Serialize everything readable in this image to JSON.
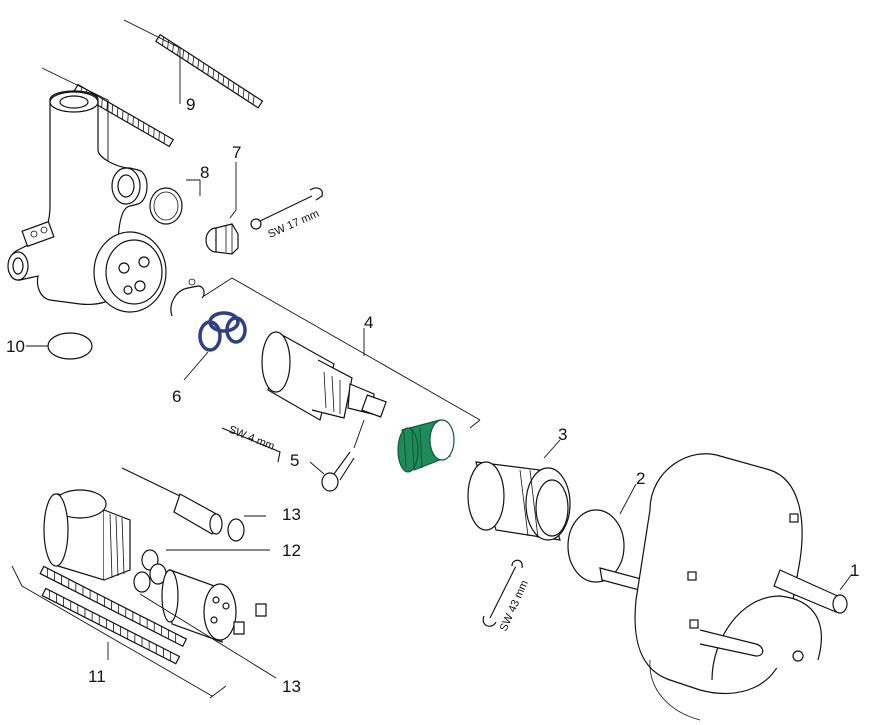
{
  "callouts": {
    "c1": "1",
    "c2": "2",
    "c3": "3",
    "c4": "4",
    "c5": "5",
    "c6": "6",
    "c7": "7",
    "c8": "8",
    "c9": "9",
    "c10": "10",
    "c11": "11",
    "c12": "12",
    "c13a": "13",
    "c13b": "13"
  },
  "tools": {
    "sw17": "SW 17 mm",
    "sw4": "SW 4 mm",
    "sw43": "SW 43 mm"
  },
  "colors": {
    "line": "#111111",
    "oring_blue": "#2e3f86",
    "nut_green": "#1f8a5a",
    "nut_green_dark": "#0f5a38"
  }
}
